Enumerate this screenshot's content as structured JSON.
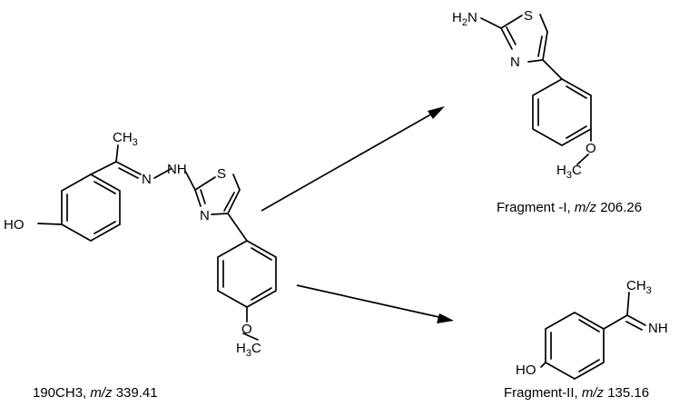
{
  "parent": {
    "labels": {
      "hydroxyl": "HO",
      "methyl_c": "CH",
      "methyl_sub": "3",
      "imine_n": "N",
      "amine_nh": "NH",
      "thiazole_s": "S",
      "thiazole_n": "N",
      "methoxy_o": "O",
      "methoxy_h3c_h": "H",
      "methoxy_h3c_sub": "3",
      "methoxy_h3c_c": "C"
    },
    "caption": {
      "name": "190CH3, ",
      "mz_label": "m/z",
      "mz_value": " 339.41"
    }
  },
  "fragment1": {
    "labels": {
      "amine_h": "H",
      "amine_sub": "2",
      "amine_n": "N",
      "thiazole_s": "S",
      "thiazole_n": "N",
      "methoxy_o": "O",
      "methoxy_h3c_h": "H",
      "methoxy_h3c_sub": "3",
      "methoxy_h3c_c": "C"
    },
    "caption": {
      "name": "Fragment -I, ",
      "mz_label": "m/z",
      "mz_value": " 206.26"
    }
  },
  "fragment2": {
    "labels": {
      "methyl_c": "CH",
      "methyl_sub": "3",
      "imine": "NH",
      "hydroxyl": "HO"
    },
    "caption": {
      "name": "Fragment-II, ",
      "mz_label": "m/z",
      "mz_value": " 135.16"
    }
  }
}
